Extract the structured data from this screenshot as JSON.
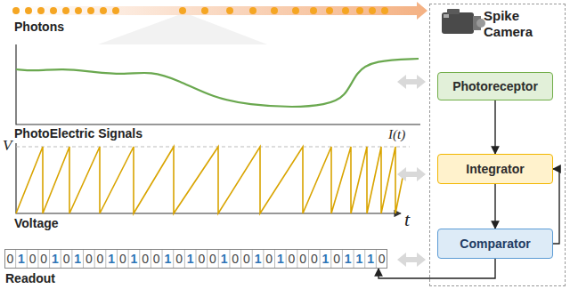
{
  "diagram": {
    "nodes": [
      {
        "text": [
          "Spike Camera"
        ]
      },
      {
        "text": [
          "Photoreceptor"
        ],
        "in": 0
      },
      {
        "text": [
          "Integrator"
        ],
        "in": 0
      },
      {
        "text": [
          "Comparator"
        ],
        "in": 0
      },
      {
        "text": [
          "Readout"
        ]
      }
    ],
    "edges": [
      {
        "from": 1,
        "to": 2,
        "arrow": "to"
      },
      {
        "from": 2,
        "to": 3,
        "arrow": "to"
      },
      {
        "from": 3,
        "to": 2,
        "arrow": "to"
      },
      {
        "from": 3,
        "to": 4,
        "arrow": "to"
      }
    ],
    "labels": [
      "Photons",
      "PhotoElectric Signals",
      "I(t)",
      "V",
      "t",
      "Voltage",
      "0",
      "1",
      "0",
      "0",
      "1",
      "0",
      "1",
      "0",
      "0",
      "1",
      "0",
      "1",
      "0",
      "0",
      "1",
      "0",
      "1",
      "0",
      "0",
      "1",
      "0",
      "0",
      "1",
      "0",
      "1",
      "0",
      "0",
      "0",
      "1",
      "0",
      "1",
      "1",
      "1",
      "0"
    ]
  }
}
